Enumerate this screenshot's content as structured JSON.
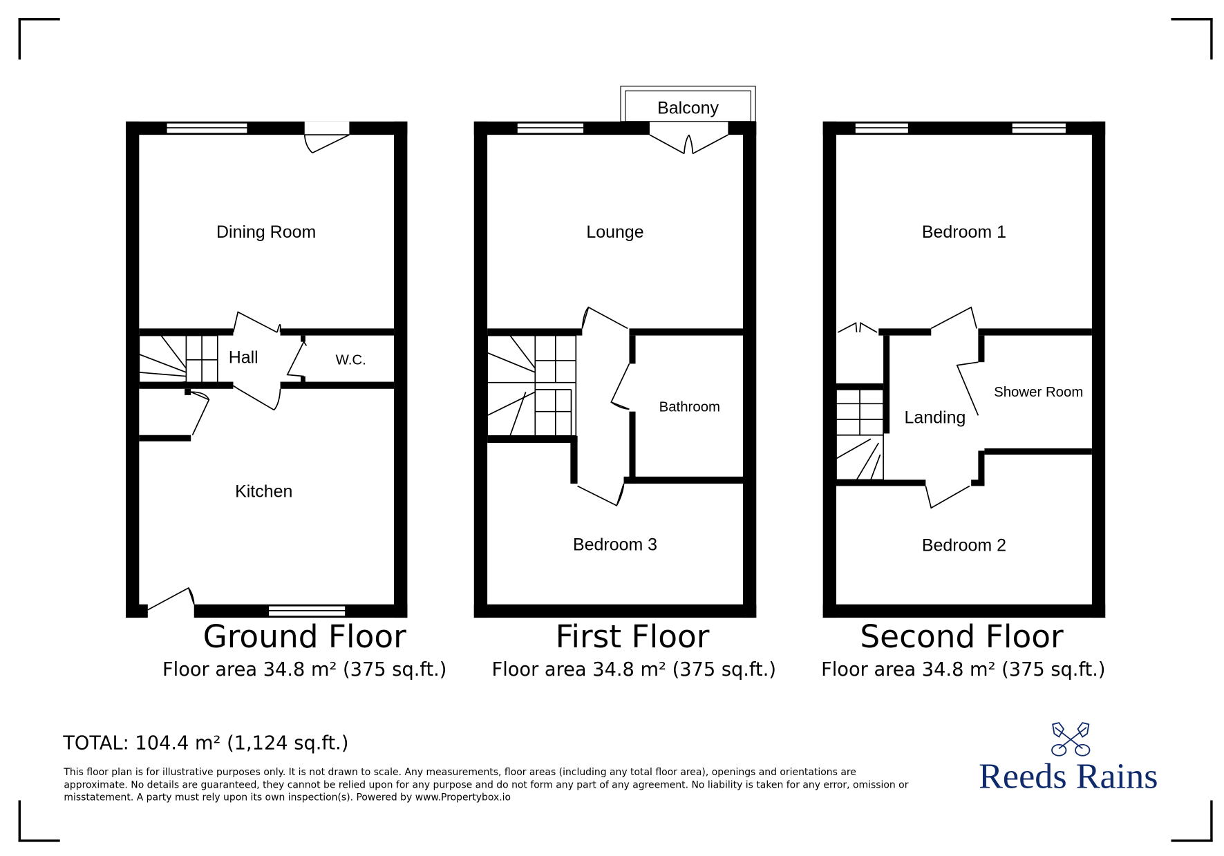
{
  "floors": [
    {
      "name": "Ground Floor",
      "area": "Floor area 34.8 m² (375 sq.ft.)",
      "rooms": [
        "Dining Room",
        "Hall",
        "W.C.",
        "Kitchen"
      ]
    },
    {
      "name": "First Floor",
      "area": "Floor area 34.8 m² (375 sq.ft.)",
      "rooms": [
        "Balcony",
        "Lounge",
        "Bathroom",
        "Bedroom 3"
      ]
    },
    {
      "name": "Second Floor",
      "area": "Floor area 34.8 m² (375 sq.ft.)",
      "rooms": [
        "Bedroom 1",
        "Shower Room",
        "Landing",
        "Bedroom 2"
      ]
    }
  ],
  "total": "TOTAL: 104.4 m² (1,124 sq.ft.)",
  "disclaimer": [
    "This floor plan is for illustrative purposes only. It is not drawn to scale. Any measurements, floor areas (including any total floor area), openings and orientations are",
    "approximate. No details are guaranteed, they cannot be relied upon for any purpose and do not form any part of any agreement. No liability is taken for any error, omission or",
    "misstatement. A party must rely upon its own inspection(s). Powered by www.Propertybox.io"
  ],
  "logo": {
    "text": "Reeds Rains",
    "icon": "crossed-keys-icon",
    "color": "#0f2a6b"
  }
}
